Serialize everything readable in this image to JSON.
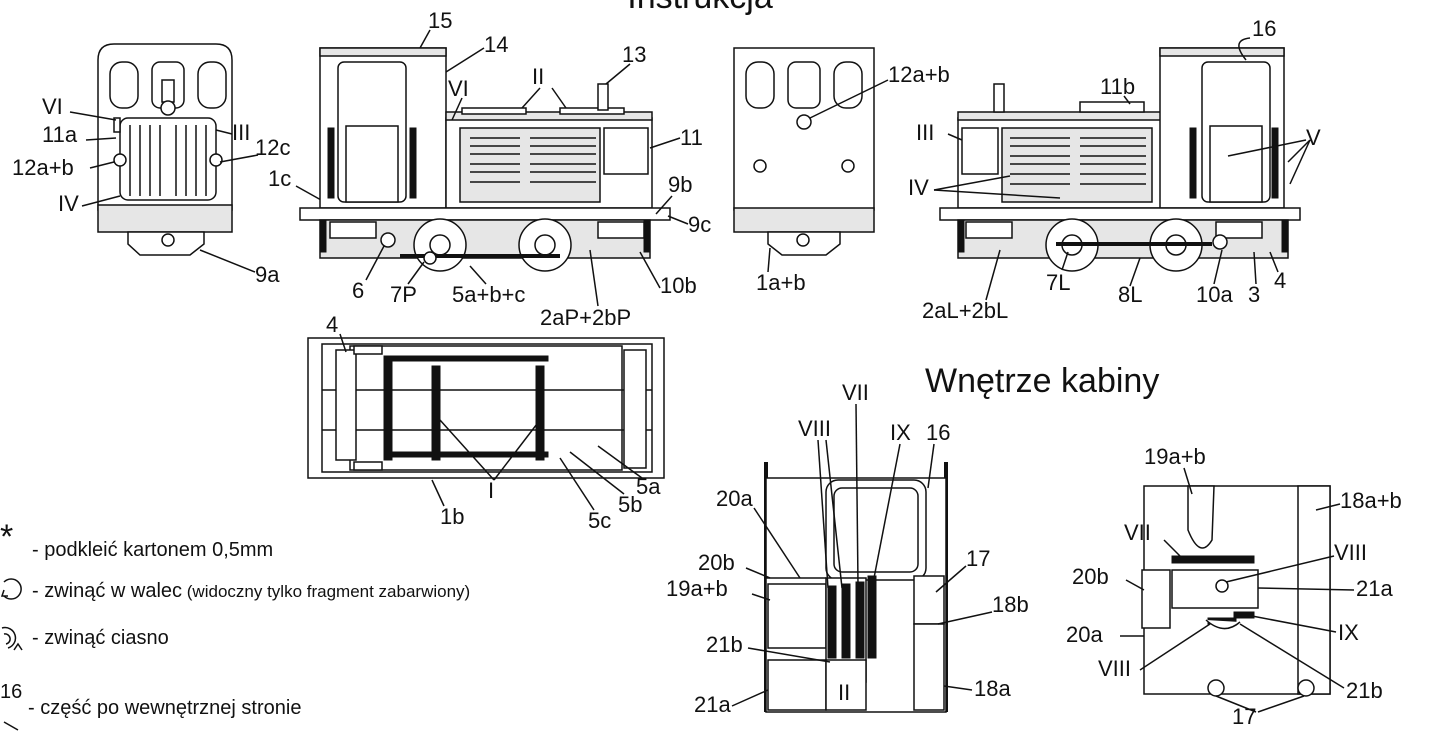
{
  "title": "Instrukcja",
  "cab_heading": "Wnętrze kabiny",
  "labels": {
    "front": [
      "VI",
      "11a",
      "12a+b",
      "IV",
      "III",
      "12c",
      "1c",
      "9a"
    ],
    "side_right": [
      "15",
      "14",
      "VI",
      "II",
      "13",
      "11",
      "9b",
      "9c",
      "6",
      "7P",
      "5a+b+c",
      "2aP+2bP",
      "10b"
    ],
    "rear": [
      "12a+b",
      "1a+b"
    ],
    "side_left": [
      "16",
      "11b",
      "III",
      "IV",
      "V",
      "7L",
      "8L",
      "10a",
      "3",
      "4",
      "2aL+2bL"
    ],
    "chassis": [
      "4",
      "I",
      "1b",
      "5c",
      "5b",
      "5a"
    ],
    "cab_front": [
      "VII",
      "VIII",
      "IX",
      "16",
      "20a",
      "20b",
      "19a+b",
      "21b",
      "21a",
      "17",
      "18b",
      "18a",
      "II"
    ],
    "cab_top": [
      "19a+b",
      "18a+b",
      "VII",
      "VIII",
      "20b",
      "21a",
      "IX",
      "20a",
      "VIII",
      "21b",
      "17"
    ]
  },
  "legend": [
    {
      "symbol": "*",
      "symbol_icon": "asterisk-icon",
      "text": "- podkleić kartonem 0,5mm",
      "note": ""
    },
    {
      "symbol": "",
      "symbol_icon": "roll-cylinder-icon",
      "text": "- zwinąć w walec",
      "note": " (widoczny tylko fragment zabarwiony)"
    },
    {
      "symbol": "",
      "symbol_icon": "roll-tight-icon",
      "text": "- zwinąć ciasno",
      "note": ""
    },
    {
      "symbol": "16",
      "symbol_icon": "inner-side-icon",
      "text": "- część po wewnętrznej stronie",
      "note": ""
    }
  ]
}
